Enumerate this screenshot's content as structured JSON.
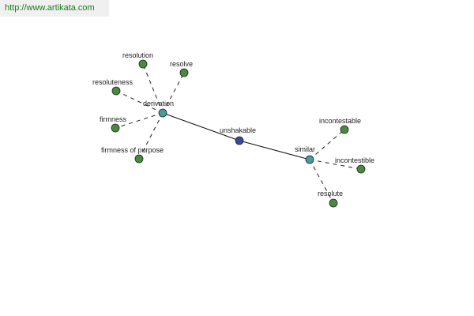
{
  "source_url": "http://www.artikata.com",
  "colors": {
    "center": "#3b4a9e",
    "hub": "#4a9a9a",
    "leaf": "#4a8a3e"
  },
  "nodes": {
    "unshakable": {
      "label": "unshakable",
      "kind": "center"
    },
    "derivation": {
      "label": "derivation",
      "kind": "hub"
    },
    "similar": {
      "label": "similar",
      "kind": "hub"
    },
    "resolution": {
      "label": "resolution",
      "kind": "leaf"
    },
    "resolve": {
      "label": "resolve",
      "kind": "leaf"
    },
    "resoluteness": {
      "label": "resoluteness",
      "kind": "leaf"
    },
    "firmness": {
      "label": "firmness",
      "kind": "leaf"
    },
    "firmness_of_purpose": {
      "label": "firmness of purpose",
      "kind": "leaf"
    },
    "incontestable": {
      "label": "incontestable",
      "kind": "leaf"
    },
    "incontestible": {
      "label": "incontestible",
      "kind": "leaf"
    },
    "resolute": {
      "label": "resolute",
      "kind": "leaf"
    }
  }
}
